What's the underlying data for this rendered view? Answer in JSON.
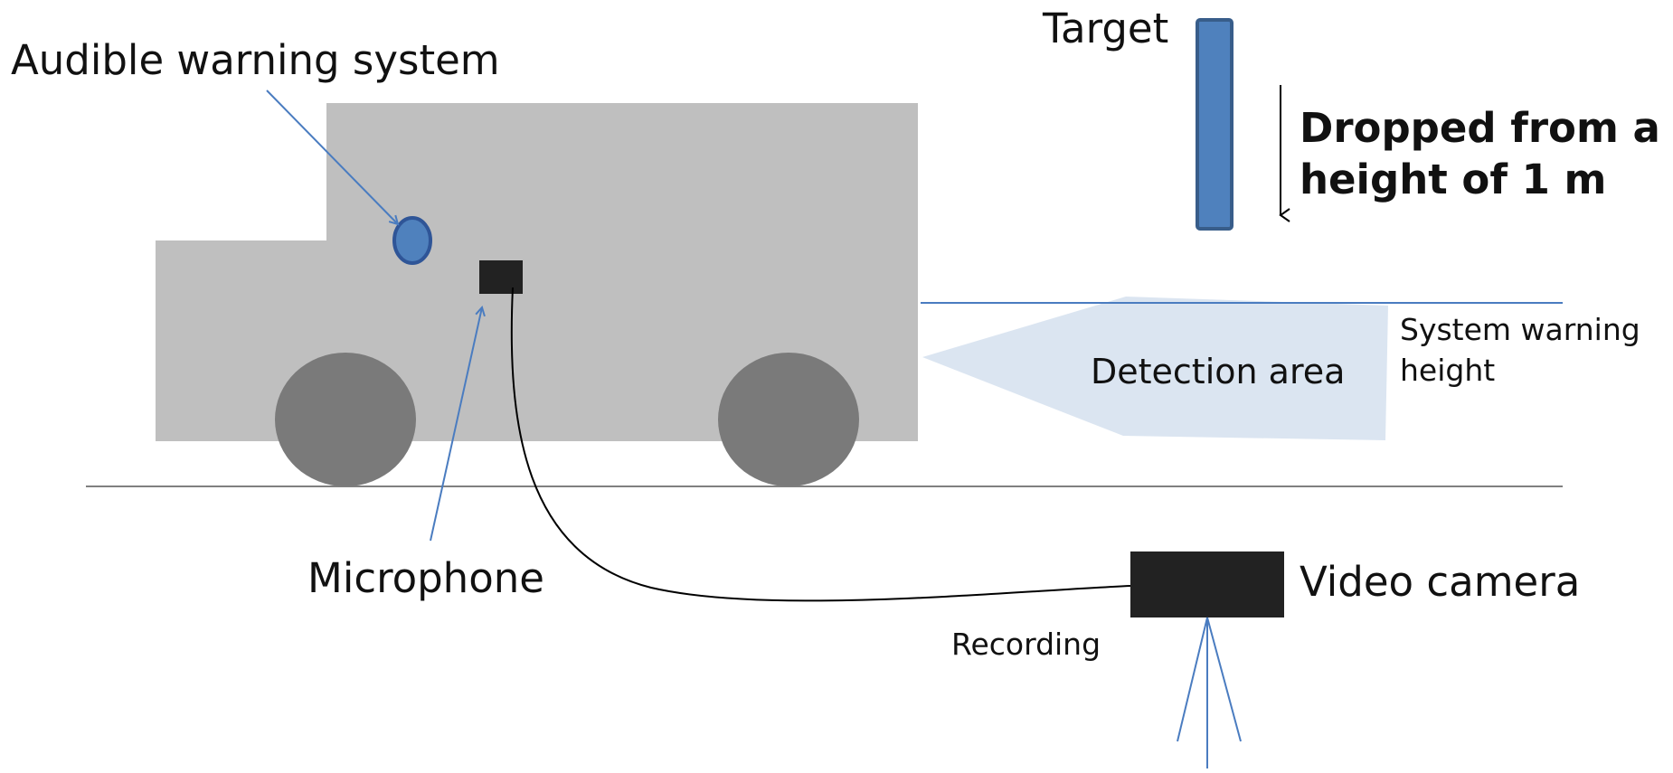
{
  "labels": {
    "audible_warning_system": "Audible warning system",
    "target": "Target",
    "drop_line1": "Dropped from a",
    "drop_line2": "height of 1 m",
    "detection_area": "Detection area",
    "warning_height_line1": "System warning",
    "warning_height_line2": "height",
    "microphone": "Microphone",
    "video_camera": "Video camera",
    "recording": "Recording"
  },
  "colors": {
    "vehicle_body": "#bfbfbf",
    "wheel": "#7a7a7a",
    "speaker": "#4f81bd",
    "speaker_outline": "#2f5597",
    "target": "#4f81bd",
    "target_outline": "#385d8a",
    "detection_area": "#dbe5f1",
    "pointer_line": "#4a7cc0",
    "device": "#222222",
    "ground": "#808080"
  }
}
